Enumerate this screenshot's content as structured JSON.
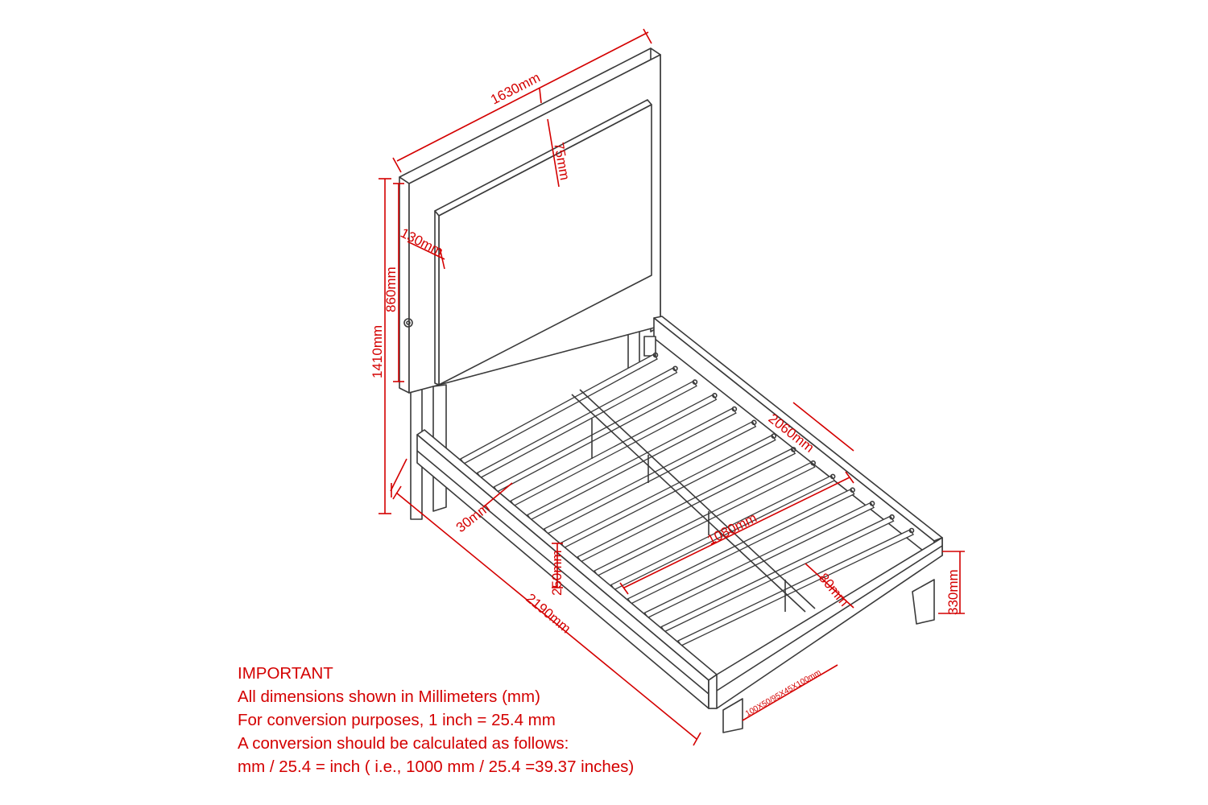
{
  "dimensions": {
    "headboard_width": "1630mm",
    "panel_inset": "75mm",
    "side_inset": "130mm",
    "panel_height": "860mm",
    "total_height": "1410mm",
    "rail_length": "2060mm",
    "inner_width": "1080mm",
    "rail_offset": "30mm",
    "rail_height": "250mm",
    "total_length": "2190mm",
    "slat_gap": "80mm",
    "foot_height": "330mm",
    "leg_size": "100X50/95X45X100mm"
  },
  "notes": {
    "heading": "IMPORTANT",
    "line1": "All dimensions shown in Millimeters (mm)",
    "line2": "For conversion purposes, 1 inch = 25.4 mm",
    "line3": "A conversion should be calculated as follows:",
    "line4": "mm / 25.4 = inch ( i.e., 1000 mm / 25.4 =39.37 inches)"
  },
  "colors": {
    "dimension": "#d40000",
    "outline": "#3a3a3a"
  }
}
